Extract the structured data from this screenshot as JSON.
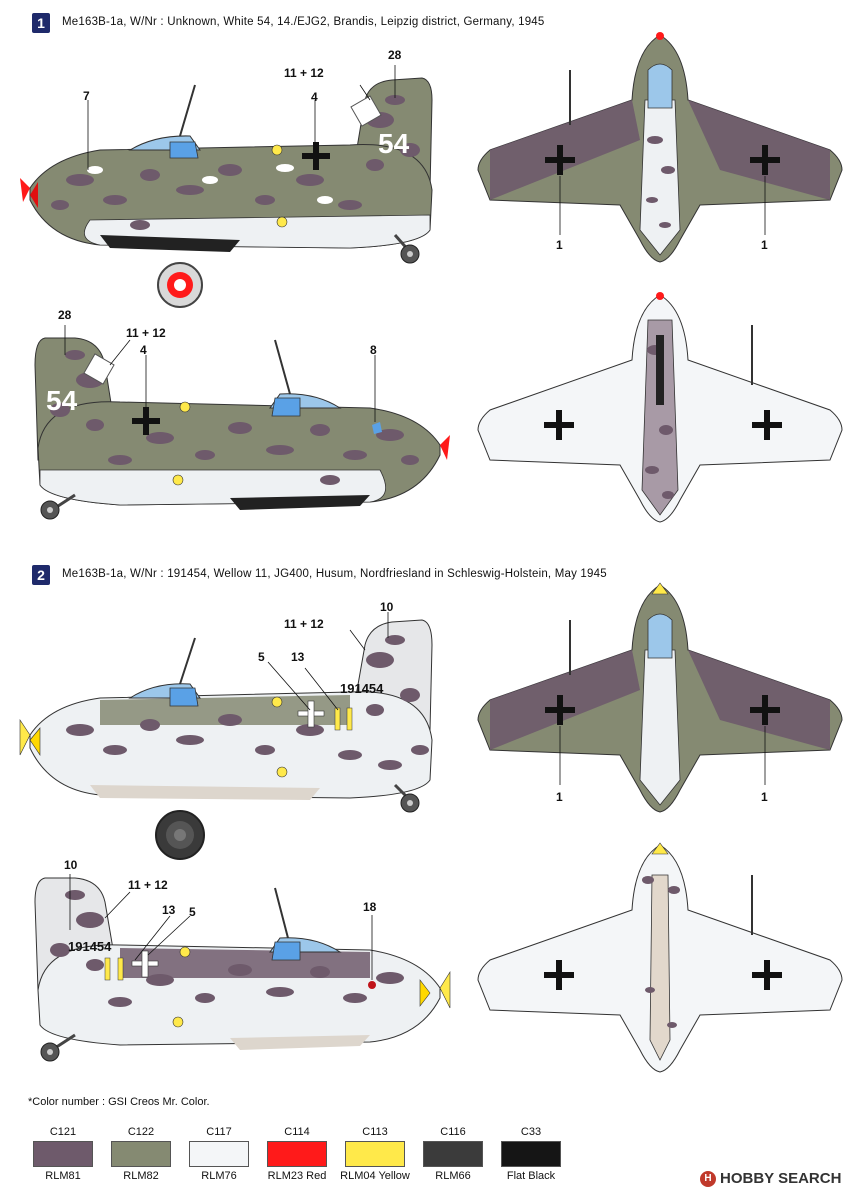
{
  "sections": [
    {
      "number": "1",
      "title": "Me163B-1a, W/Nr : Unknown, White 54, 14./EJG2, Brandis, Leipzig district, Germany, 1945"
    },
    {
      "number": "2",
      "title": "Me163B-1a, W/Nr : 191454, Wellow 11, JG400, Husum, Nordfriesland in Schleswig-Holstein, May 1945"
    }
  ],
  "profiles": {
    "p1_left": {
      "callouts": [
        "28",
        "11 + 12",
        "4",
        "7"
      ],
      "tail_marking": "54"
    },
    "p1_right": {
      "callouts": [
        "28",
        "11 + 12",
        "4",
        "8"
      ],
      "tail_marking": "54"
    },
    "p2_left": {
      "callouts": [
        "10",
        "11 + 12",
        "5",
        "13"
      ],
      "serial": "191454"
    },
    "p2_right": {
      "callouts": [
        "10",
        "11 + 12",
        "13",
        "5",
        "18"
      ],
      "serial": "191454"
    }
  },
  "planforms": {
    "p1_top": {
      "callouts": [
        "1",
        "1"
      ]
    },
    "p2_top": {
      "callouts": [
        "1",
        "1"
      ]
    }
  },
  "note": "*Color number : GSI Creos Mr. Color.",
  "colors": [
    {
      "code": "C121",
      "name": "RLM81",
      "hex": "#6e5a6b"
    },
    {
      "code": "C122",
      "name": "RLM82",
      "hex": "#858a72"
    },
    {
      "code": "C117",
      "name": "RLM76",
      "hex": "#f4f6f8"
    },
    {
      "code": "C114",
      "name": "RLM23 Red",
      "hex": "#ff1a1a"
    },
    {
      "code": "C113",
      "name": "RLM04 Yellow",
      "hex": "#ffe94a"
    },
    {
      "code": "C116",
      "name": "RLM66",
      "hex": "#3b3b3b"
    },
    {
      "code": "C33",
      "name": "Flat Black",
      "hex": "#151515"
    }
  ],
  "watermark": {
    "text": "HOBBY SEARCH"
  }
}
